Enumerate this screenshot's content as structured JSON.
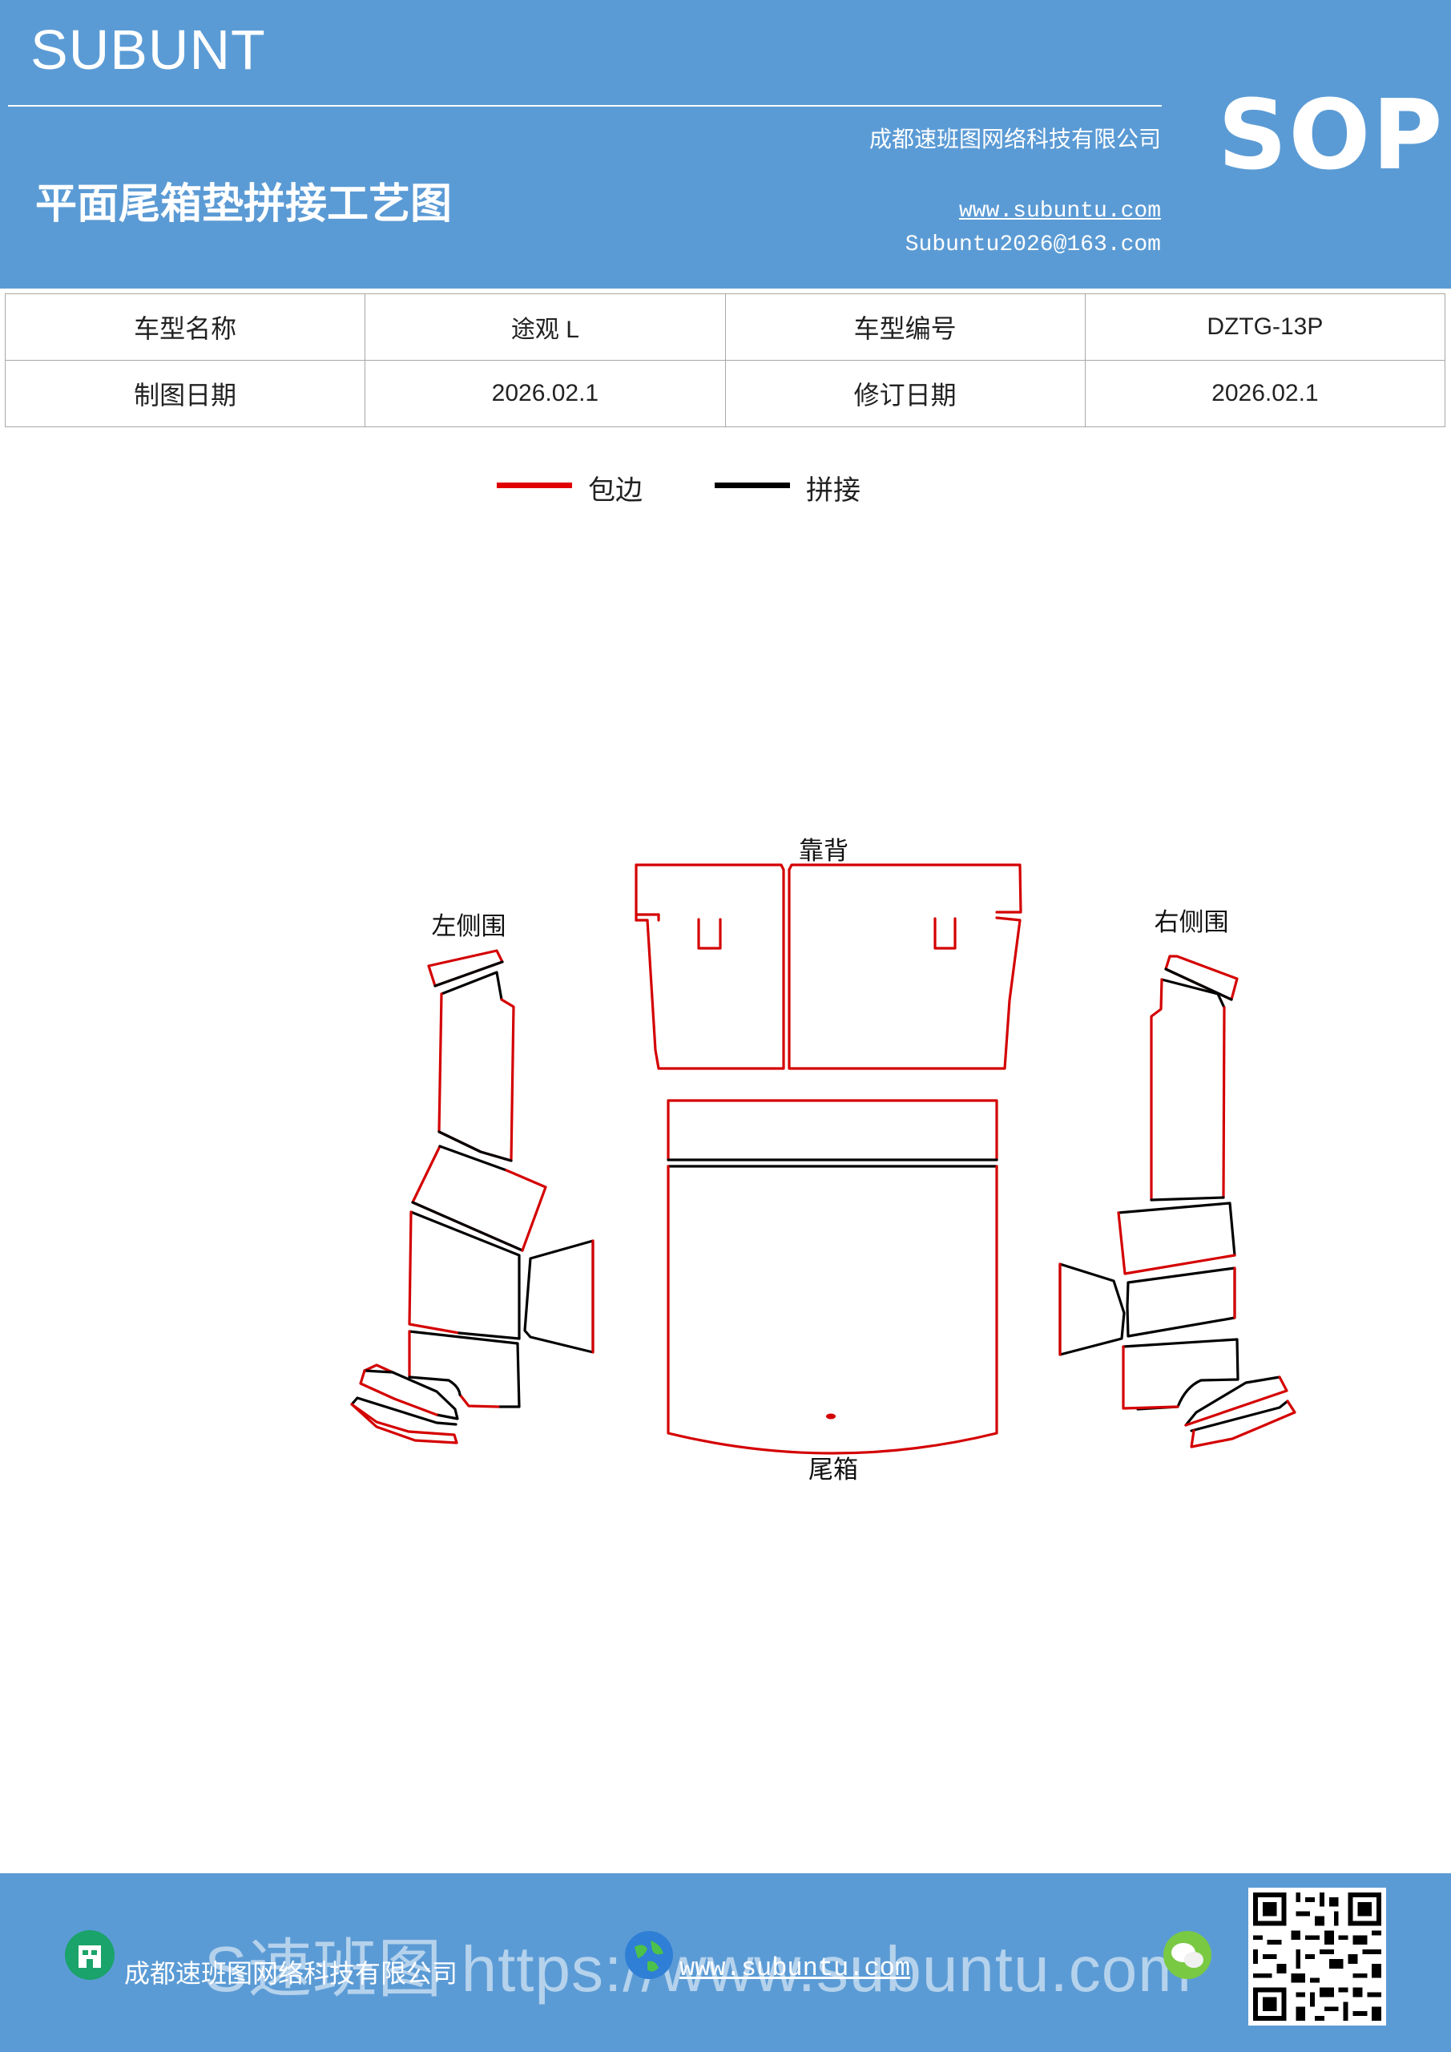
{
  "header": {
    "brand": "SUBUNT",
    "title": "平面尾箱垫拼接工艺图",
    "company": "成都速班图网络科技有限公司",
    "website": "www.subuntu.com",
    "email": "Subuntu2026@163.com",
    "badge": "SOP"
  },
  "info": {
    "model_name_label": "车型名称",
    "model_name": "途观 L",
    "model_code_label": "车型编号",
    "model_code": "DZTG-13P",
    "draw_date_label": "制图日期",
    "draw_date": "2026.02.1",
    "revise_date_label": "修订日期",
    "revise_date": "2026.02.1"
  },
  "legend": {
    "edge_label": "包边",
    "edge_color": "#e00000",
    "seam_label": "拼接",
    "seam_color": "#000000"
  },
  "diagram": {
    "backrest_label": "靠背",
    "left_side_label": "左侧围",
    "right_side_label": "右侧围",
    "trunk_label": "尾箱"
  },
  "footer": {
    "watermark": "S速班图 https://www.subuntu.com",
    "company": "成都速班图网络科技有限公司",
    "website": "www.subuntu.com",
    "home_icon": "building-icon",
    "globe_icon": "globe-icon",
    "wechat_icon": "wechat-icon",
    "qr_icon": "qr-code-icon"
  },
  "colors": {
    "accent": "#5b9bd5",
    "edge": "#d40000",
    "seam": "#000000"
  }
}
